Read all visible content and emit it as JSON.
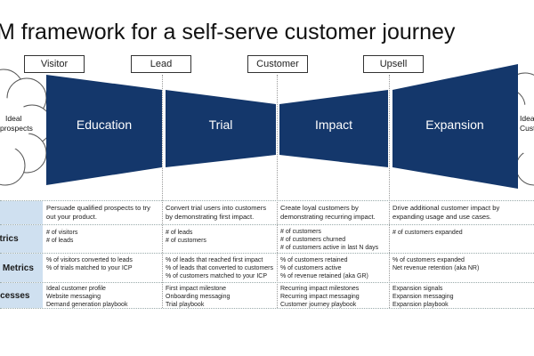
{
  "title": "M framework for a self-serve customer journey",
  "stages": [
    "Visitor",
    "Lead",
    "Customer",
    "Upsell"
  ],
  "phases": [
    "Education",
    "Trial",
    "Impact",
    "Expansion"
  ],
  "clouds": {
    "left": [
      "Ideal",
      "prospects"
    ],
    "right": [
      "Ideal",
      "Custom"
    ]
  },
  "colors": {
    "funnel": "#14376b",
    "row_label_bg": "#cfe0f0"
  },
  "rows": [
    {
      "label": "",
      "cells": [
        [
          "Persuade qualified prospects to try",
          "out your product."
        ],
        [
          "Convert trial users into customers",
          "by demonstrating first impact."
        ],
        [
          "Create loyal customers by",
          "demonstrating recurring impact."
        ],
        [
          "Drive additional customer impact by",
          "expanding usage and use cases."
        ]
      ]
    },
    {
      "label": "etrics",
      "cells": [
        [
          "# of visitors",
          "# of leads"
        ],
        [
          "# of leads",
          "# of customers"
        ],
        [
          "# of customers",
          "# of customers churned",
          "# of customers active in last N days"
        ],
        [
          "# of customers expanded"
        ]
      ]
    },
    {
      "label": "n Metrics",
      "cells": [
        [
          "% of visitors converted to leads",
          "% of trials matched to your ICP"
        ],
        [
          "% of leads that reached first impact",
          "% of leads that converted to customers",
          "% of customers matched to your ICP"
        ],
        [
          "% of customers retained",
          "% of customers active",
          "% of revenue retained (aka GR)"
        ],
        [
          "% of customers expanded",
          "Net revenue retention (aka NR)"
        ]
      ]
    },
    {
      "label": "ocesses",
      "cells": [
        [
          "Ideal customer profile",
          "Website messaging",
          "Demand generation playbook"
        ],
        [
          "First impact milestone",
          "Onboarding messaging",
          "Trial playbook"
        ],
        [
          "Recurring impact milestones",
          "Recurring impact messaging",
          "Customer journey playbook"
        ],
        [
          "Expansion signals",
          "Expansion messaging",
          "Expansion playbook"
        ]
      ]
    }
  ]
}
